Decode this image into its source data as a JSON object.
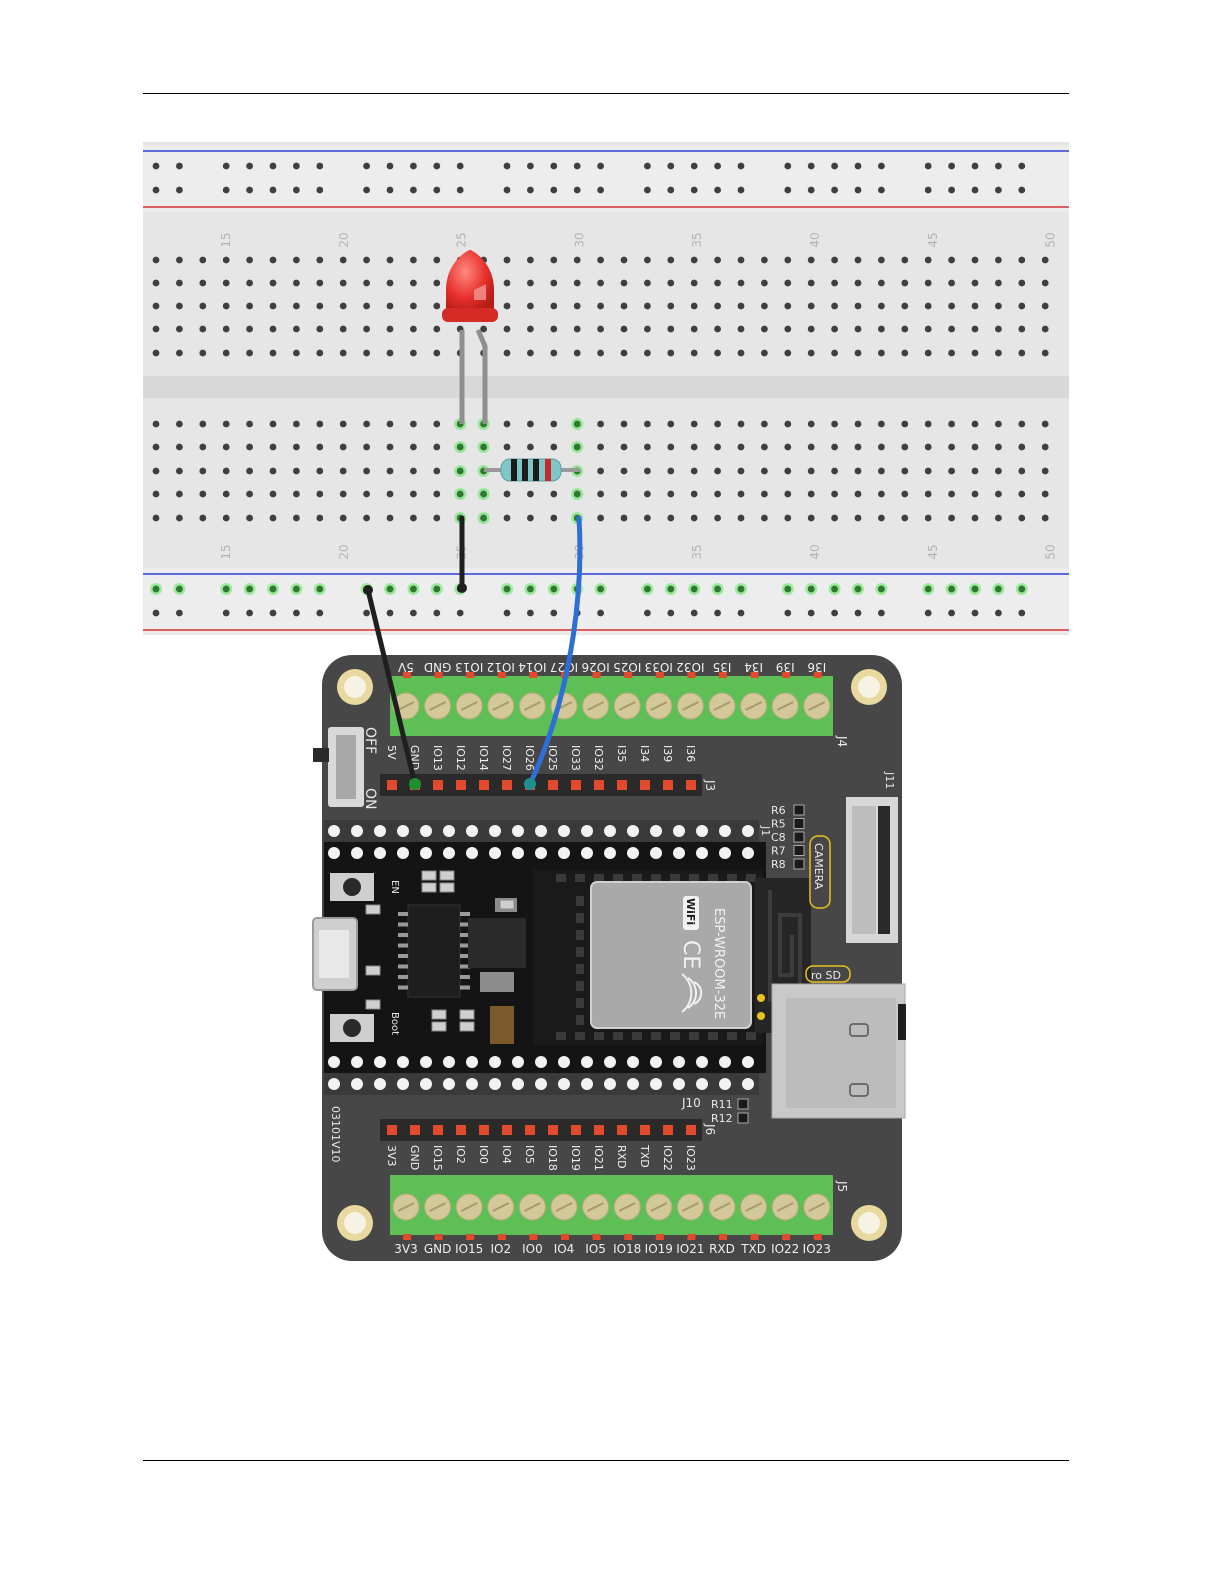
{
  "breadboard": {
    "column_numbers": [
      "15",
      "20",
      "25",
      "30",
      "35",
      "40",
      "45",
      "50"
    ]
  },
  "board": {
    "j4_labels": [
      "5V",
      "GND",
      "IO13",
      "IO12",
      "IO14",
      "IO27",
      "IO26",
      "IO25",
      "IO33",
      "IO32",
      "I35",
      "I34",
      "I39",
      "I36"
    ],
    "j3_labels": [
      "5V",
      "GND",
      "IO13",
      "IO12",
      "IO14",
      "IO27",
      "IO26",
      "IO25",
      "IO33",
      "IO32",
      "I35",
      "I34",
      "I39",
      "I36"
    ],
    "j6_labels": [
      "3V3",
      "GND",
      "IO15",
      "IO2",
      "IO0",
      "IO4",
      "IO5",
      "IO18",
      "IO19",
      "IO21",
      "RXD",
      "TXD",
      "IO22",
      "IO23"
    ],
    "j5_labels": [
      "3V3",
      "GND",
      "IO15",
      "IO2",
      "IO0",
      "IO4",
      "IO5",
      "IO18",
      "IO19",
      "IO21",
      "RXD",
      "TXD",
      "IO22",
      "IO23"
    ],
    "connector_j4": "J4",
    "connector_j3": "J3",
    "connector_j6": "J6",
    "connector_j5": "J5",
    "connector_j10": "J10",
    "connector_j11": "J11",
    "connector_j1": "J1",
    "switch_off": "OFF",
    "switch_on": "ON",
    "module_name": "ESP-WROOM-32E",
    "wifi_logo": "WiFi",
    "ce_mark": "CE",
    "camera_label": "CAMERA",
    "sd_label": "ro SD",
    "en_label": "EN",
    "boot_label": "Boot",
    "revision": "03101V10",
    "r11": "R11",
    "r12": "R12",
    "side_parts": [
      "R6",
      "R5",
      "C8",
      "R7",
      "R8"
    ]
  },
  "colors": {
    "board": "#474747",
    "terminal": "#5fbf57",
    "screw": "#d3c89a",
    "pin": "#e24a2d",
    "led": "#e8312c",
    "wire_black": "#1f1f1f",
    "wire_blue": "#2e6fd6",
    "rail_blue": "#2c3fd6",
    "rail_red": "#d63030"
  }
}
